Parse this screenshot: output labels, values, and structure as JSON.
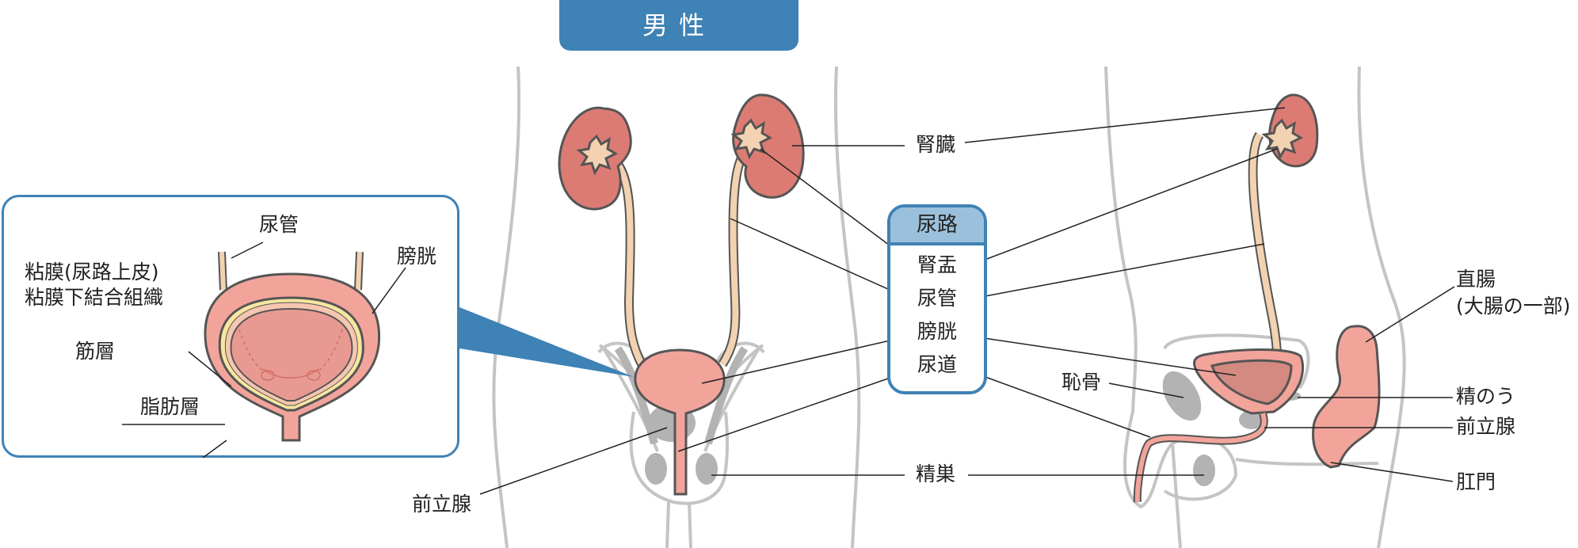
{
  "title": "男性",
  "colors": {
    "accent": "#3f82b5",
    "legend_header": "#9bc0db",
    "organ_pink": "#f2a49b",
    "kidney_red": "#dc7b74",
    "ureter_tan": "#f3d2b2",
    "body_outline": "#bdbdbd",
    "gray_organ": "#b3b3b3"
  },
  "legend": {
    "header": "尿路",
    "items": [
      "腎盂",
      "尿管",
      "膀胱",
      "尿道"
    ]
  },
  "inset": {
    "labels": {
      "ureter": "尿管",
      "bladder": "膀胱",
      "mucosa_line1": "粘膜(尿路上皮)",
      "mucosa_line2": "粘膜下結合組織",
      "muscle_layer": "筋層",
      "fat_layer": "脂肪層"
    }
  },
  "front_view": {
    "labels": {
      "kidney": "腎臓",
      "prostate": "前立腺",
      "testis": "精巣"
    }
  },
  "side_view": {
    "labels": {
      "rectum_line1": "直腸",
      "rectum_line2": "(大腸の一部)",
      "pubic_bone": "恥骨",
      "seminal_vesicle": "精のう",
      "prostate": "前立腺",
      "anus": "肛門"
    }
  }
}
